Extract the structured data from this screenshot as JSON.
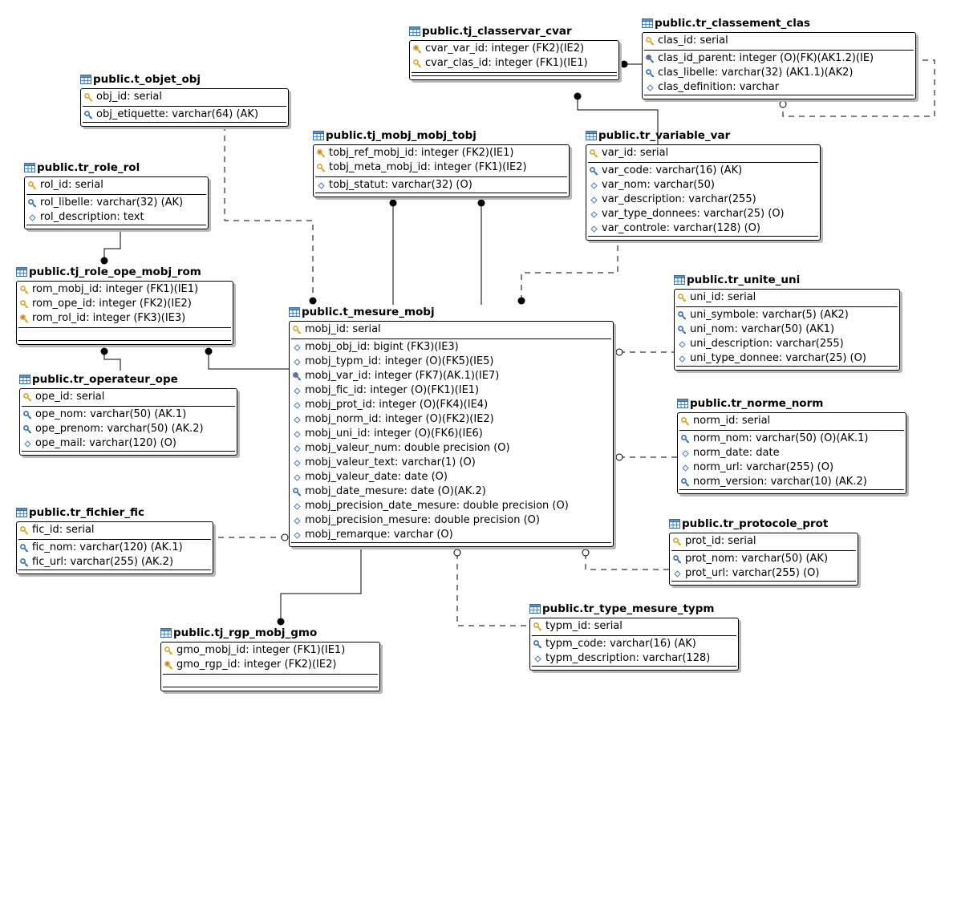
{
  "entities": {
    "classervar": {
      "title": "public.tj_classervar_cvar",
      "pk": [
        {
          "icon": "fk-key-icon",
          "text": "cvar_var_id: integer (FK2)(IE2)"
        },
        {
          "icon": "pk-key-icon",
          "text": "cvar_clas_id: integer (FK1)(IE1)"
        }
      ],
      "cols": []
    },
    "classement": {
      "title": "public.tr_classement_clas",
      "pk": [
        {
          "icon": "pk-key-icon",
          "text": "clas_id: serial"
        }
      ],
      "cols": [
        {
          "icon": "fk-ak-icon",
          "text": "clas_id_parent: integer (O)(FK)(AK1.2)(IE)"
        },
        {
          "icon": "ak-key-icon",
          "text": "clas_libelle: varchar(32) (AK1.1)(AK2)"
        },
        {
          "icon": "attr-icon",
          "text": "clas_definition: varchar"
        }
      ]
    },
    "objet": {
      "title": "public.t_objet_obj",
      "pk": [
        {
          "icon": "pk-key-icon",
          "text": "obj_id: serial"
        }
      ],
      "cols": [
        {
          "icon": "ak-key-icon",
          "text": "obj_etiquette: varchar(64) (AK)"
        }
      ]
    },
    "mobj": {
      "title": "public.tj_mobj_mobj_tobj",
      "pk": [
        {
          "icon": "fk-key-icon",
          "text": "tobj_ref_mobj_id: integer (FK2)(IE1)"
        },
        {
          "icon": "pk-key-icon",
          "text": "tobj_meta_mobj_id: integer (FK1)(IE2)"
        }
      ],
      "cols": [
        {
          "icon": "attr-icon",
          "text": "tobj_statut: varchar(32) (O)"
        }
      ]
    },
    "variable": {
      "title": "public.tr_variable_var",
      "pk": [
        {
          "icon": "pk-key-icon",
          "text": "var_id: serial"
        }
      ],
      "cols": [
        {
          "icon": "ak-key-icon",
          "text": "var_code: varchar(16) (AK)"
        },
        {
          "icon": "attr-icon",
          "text": "var_nom: varchar(50)"
        },
        {
          "icon": "attr-icon",
          "text": "var_description: varchar(255)"
        },
        {
          "icon": "attr-icon",
          "text": "var_type_donnees: varchar(25) (O)"
        },
        {
          "icon": "attr-icon",
          "text": "var_controle: varchar(128) (O)"
        }
      ]
    },
    "role": {
      "title": "public.tr_role_rol",
      "pk": [
        {
          "icon": "pk-key-icon",
          "text": "rol_id: serial"
        }
      ],
      "cols": [
        {
          "icon": "ak-key-icon",
          "text": "rol_libelle: varchar(32) (AK)"
        },
        {
          "icon": "attr-icon",
          "text": "rol_description: text"
        }
      ]
    },
    "roleope": {
      "title": "public.tj_role_ope_mobj_rom",
      "pk": [
        {
          "icon": "pk-key-icon",
          "text": "rom_mobj_id: integer (FK1)(IE1)"
        },
        {
          "icon": "pk-key-icon",
          "text": "rom_ope_id: integer (FK2)(IE2)"
        },
        {
          "icon": "fk-key-icon",
          "text": "rom_rol_id: integer (FK3)(IE3)"
        }
      ],
      "cols": []
    },
    "unite": {
      "title": "public.tr_unite_uni",
      "pk": [
        {
          "icon": "pk-key-icon",
          "text": "uni_id: serial"
        }
      ],
      "cols": [
        {
          "icon": "ak-key-icon",
          "text": "uni_symbole: varchar(5) (AK2)"
        },
        {
          "icon": "ak-key-icon",
          "text": "uni_nom: varchar(50) (AK1)"
        },
        {
          "icon": "attr-icon",
          "text": "uni_description: varchar(255)"
        },
        {
          "icon": "attr-icon",
          "text": "uni_type_donnee: varchar(25) (O)"
        }
      ]
    },
    "mesure": {
      "title": "public.t_mesure_mobj",
      "pk": [
        {
          "icon": "pk-key-icon",
          "text": "mobj_id: serial"
        }
      ],
      "cols": [
        {
          "icon": "attr-icon",
          "text": "mobj_obj_id: bigint (FK3)(IE3)"
        },
        {
          "icon": "attr-icon",
          "text": "mobj_typm_id: integer (O)(FK5)(IE5)"
        },
        {
          "icon": "fk-ak-icon",
          "text": "mobj_var_id: integer (FK7)(AK.1)(IE7)"
        },
        {
          "icon": "attr-icon",
          "text": "mobj_fic_id: integer (O)(FK1)(IE1)"
        },
        {
          "icon": "attr-icon",
          "text": "mobj_prot_id: integer (O)(FK4)(IE4)"
        },
        {
          "icon": "attr-icon",
          "text": "mobj_norm_id: integer (O)(FK2)(IE2)"
        },
        {
          "icon": "attr-icon",
          "text": "mobj_uni_id: integer (O)(FK6)(IE6)"
        },
        {
          "icon": "attr-icon",
          "text": "mobj_valeur_num: double precision (O)"
        },
        {
          "icon": "attr-icon",
          "text": "mobj_valeur_text: varchar(1) (O)"
        },
        {
          "icon": "attr-icon",
          "text": "mobj_valeur_date: date (O)"
        },
        {
          "icon": "ak-key-icon",
          "text": "mobj_date_mesure: date (O)(AK.2)"
        },
        {
          "icon": "attr-icon",
          "text": "mobj_precision_date_mesure: double precision (O)"
        },
        {
          "icon": "attr-icon",
          "text": "mobj_precision_mesure: double precision (O)"
        },
        {
          "icon": "attr-icon",
          "text": "mobj_remarque: varchar (O)"
        }
      ]
    },
    "operateur": {
      "title": "public.tr_operateur_ope",
      "pk": [
        {
          "icon": "pk-key-icon",
          "text": "ope_id: serial"
        }
      ],
      "cols": [
        {
          "icon": "ak-key-icon",
          "text": "ope_nom: varchar(50) (AK.1)"
        },
        {
          "icon": "ak-key-icon",
          "text": "ope_prenom: varchar(50) (AK.2)"
        },
        {
          "icon": "attr-icon",
          "text": "ope_mail: varchar(120) (O)"
        }
      ]
    },
    "norme": {
      "title": "public.tr_norme_norm",
      "pk": [
        {
          "icon": "pk-key-icon",
          "text": "norm_id: serial"
        }
      ],
      "cols": [
        {
          "icon": "ak-key-icon",
          "text": "norm_nom: varchar(50) (O)(AK.1)"
        },
        {
          "icon": "attr-icon",
          "text": "norm_date: date"
        },
        {
          "icon": "attr-icon",
          "text": "norm_url: varchar(255) (O)"
        },
        {
          "icon": "ak-key-icon",
          "text": "norm_version: varchar(10) (AK.2)"
        }
      ]
    },
    "fichier": {
      "title": "public.tr_fichier_fic",
      "pk": [
        {
          "icon": "pk-key-icon",
          "text": "fic_id: serial"
        }
      ],
      "cols": [
        {
          "icon": "ak-key-icon",
          "text": "fic_nom: varchar(120) (AK.1)"
        },
        {
          "icon": "ak-key-icon",
          "text": "fic_url: varchar(255) (AK.2)"
        }
      ]
    },
    "protocole": {
      "title": "public.tr_protocole_prot",
      "pk": [
        {
          "icon": "pk-key-icon",
          "text": "prot_id: serial"
        }
      ],
      "cols": [
        {
          "icon": "ak-key-icon",
          "text": "prot_nom: varchar(50) (AK)"
        },
        {
          "icon": "attr-icon",
          "text": "prot_url: varchar(255) (O)"
        }
      ]
    },
    "typemesure": {
      "title": "public.tr_type_mesure_typm",
      "pk": [
        {
          "icon": "pk-key-icon",
          "text": "typm_id: serial"
        }
      ],
      "cols": [
        {
          "icon": "ak-key-icon",
          "text": "typm_code: varchar(16) (AK)"
        },
        {
          "icon": "attr-icon",
          "text": "typm_description: varchar(128)"
        }
      ]
    },
    "rgp": {
      "title": "public.tj_rgp_mobj_gmo",
      "pk": [
        {
          "icon": "pk-key-icon",
          "text": "gmo_mobj_id: integer (FK1)(IE1)"
        },
        {
          "icon": "fk-key-icon",
          "text": "gmo_rgp_id: integer (FK2)(IE2)"
        }
      ],
      "cols": []
    }
  },
  "colors": {
    "line": "#000000",
    "shadow": "#b9b9b9",
    "key_gold": "#d9a520",
    "key_red": "#d23c1e",
    "key_blue": "#2f6fc0",
    "attr_blue": "#4a7fbf"
  }
}
